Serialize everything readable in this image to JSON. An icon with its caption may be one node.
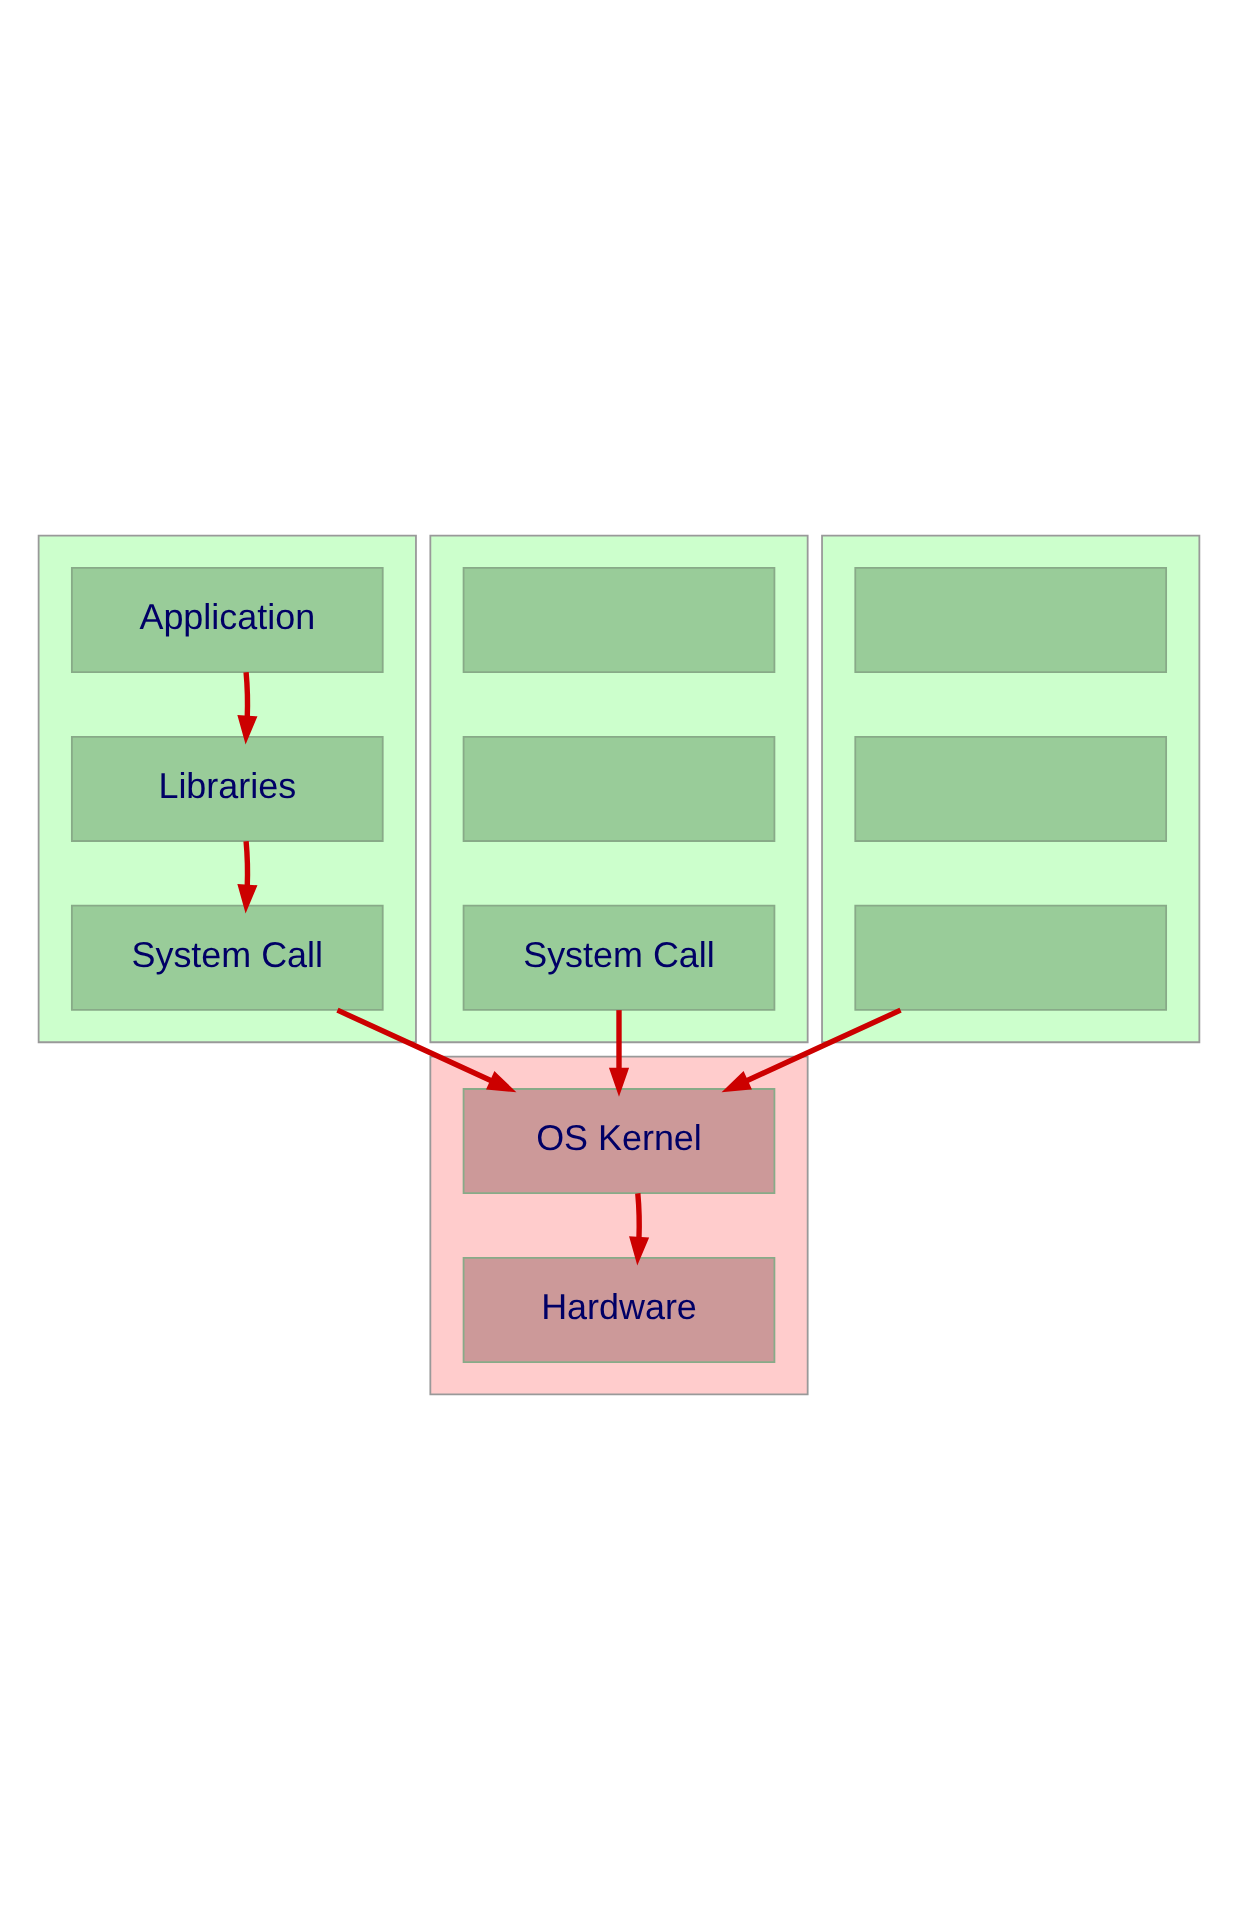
{
  "diagram": {
    "nodes": [
      {
        "text": [],
        "shape": "box"
      },
      {
        "text": [
          "Application"
        ],
        "in": 0
      },
      {
        "text": [
          "Libraries"
        ],
        "in": 0
      },
      {
        "text": [
          "System Call"
        ],
        "in": 0
      },
      {
        "text": [],
        "shape": "box"
      },
      {
        "text": [],
        "shape": "box",
        "in": 4
      },
      {
        "text": [],
        "shape": "box",
        "in": 4
      },
      {
        "text": [
          "System Call"
        ],
        "in": 4
      },
      {
        "text": [],
        "shape": "box"
      },
      {
        "text": [],
        "shape": "box",
        "in": 8
      },
      {
        "text": [],
        "shape": "box",
        "in": 8
      },
      {
        "text": [],
        "shape": "box",
        "in": 8
      },
      {
        "text": [],
        "shape": "box"
      },
      {
        "text": [
          "OS Kernel"
        ],
        "in": 12
      },
      {
        "text": [
          "Hardware"
        ],
        "in": 12
      }
    ],
    "edges": [
      {
        "from": 1,
        "to": 2,
        "arrow": "to"
      },
      {
        "from": 2,
        "to": 3,
        "arrow": "to"
      },
      {
        "from": 3,
        "to": 13,
        "arrow": "to"
      },
      {
        "from": 7,
        "to": 13,
        "arrow": "to"
      },
      {
        "from": 11,
        "to": 13,
        "arrow": "to"
      },
      {
        "from": 13,
        "to": 14,
        "arrow": "to"
      }
    ]
  }
}
